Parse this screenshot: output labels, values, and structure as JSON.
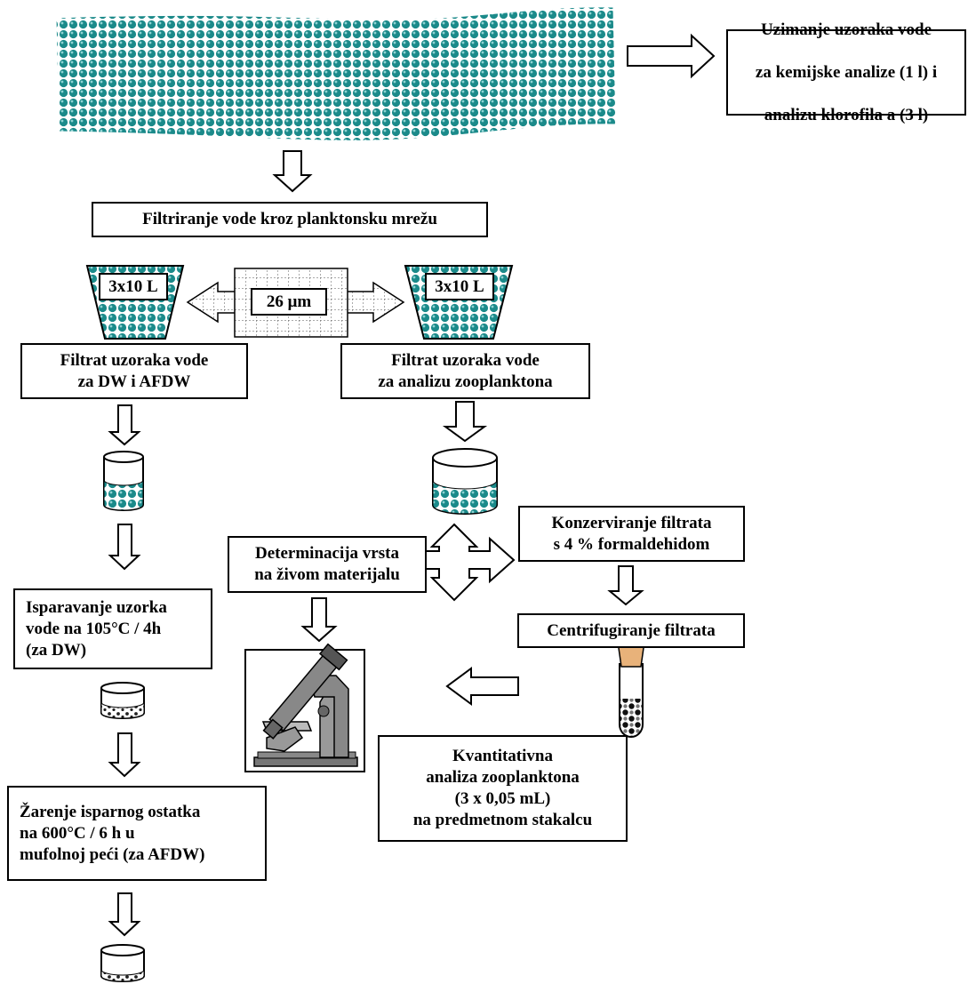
{
  "colors": {
    "water": "#1b8a8a",
    "stroke": "#000000",
    "cork": "#e8b27a",
    "sediment": "#222222"
  },
  "boxes": {
    "sampling": [
      "Uzimanje uzoraka vode",
      "za kemijske analize (1 l) i",
      "analizu klorofila a  (3 l)"
    ],
    "filtering": "Filtriranje vode kroz planktonsku mrežu",
    "filtrate_dw": "Filtrat uzoraka vode\nza DW i AFDW",
    "filtrate_zoo": "Filtrat uzoraka vode\nza analizu zooplanktona",
    "preservation": "Konzerviranje filtrata\ns 4 % formaldehidom",
    "determination": "Determinacija vrsta\nna živom materijalu",
    "centrifuge": "Centrifugiranje filtrata",
    "evaporation": "Isparavanje uzorka\nvode na 105°C / 4h\n     (za DW)",
    "quantitative": "Kvantitativna\nanaliza zooplanktona\n(3 x 0,05 mL)\n na predmetnom stakalcu",
    "ignition": "Žarenje isparnog ostatka\n  na 600°C / 6 h u\n  mufolnoj peći (za AFDW)"
  },
  "labels": {
    "volume_left": "3x10 L",
    "volume_right": "3x10 L",
    "mesh_size": "26 μm"
  },
  "icons": [
    "river-icon",
    "net-funnel-icon",
    "mesh-icon",
    "beaker-icon",
    "microscope-icon",
    "test-tube-icon"
  ]
}
